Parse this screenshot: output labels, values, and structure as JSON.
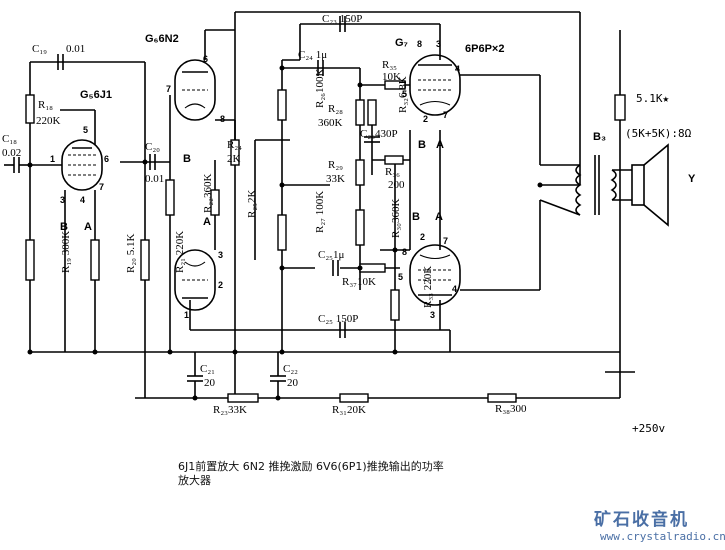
{
  "tubes": {
    "v1": "G₅6J1",
    "v2": "G₆6N2",
    "v3": "G₇",
    "v3_type": "6P6P×2"
  },
  "components": {
    "c18_name": "C₁₈",
    "c18_val": "0.02",
    "c19_name": "C₁₉",
    "c19_val": "0.01",
    "c20_name": "C₂₀",
    "c20_val": "0.01",
    "c21_name": "C₂₁",
    "c21_val": "20",
    "c22_name": "C₂₂",
    "c22_val": "20",
    "c23": "C₂₃ 150P",
    "c24": "C₂₄ 1μ",
    "c25a": "C₂₅1μ",
    "c25b": "C₂₅ 150P",
    "c26": "C₂₆430P",
    "r18_name": "R₁₈",
    "r18_val": "220K",
    "r19": "R₁₉ 300K",
    "r20": "R₂₀ 5.1K",
    "r21": "R₂₁ 220K",
    "r22": "R₂₂360K",
    "r23": "R₂₃33K",
    "r24_name": "R₂₄",
    "r24_val": "2K",
    "r25": "R₂₅2K",
    "r26": "R₂₆100K",
    "r27": "R₂₇ 100K",
    "r28_name": "R₂₈",
    "r28_val": "360K",
    "r29_name": "R₂₉",
    "r29_val": "33K",
    "r30": "R₃₀360K",
    "r31": "R₃₁20K",
    "r32": "R₃₂6.8K",
    "r33": "R₃₃ 220K",
    "r35_name": "R₃₅",
    "r35_val": "10K",
    "r36_name": "R₃₆",
    "r36_val": "200",
    "r37": "R₃₇10K",
    "r38": "R₃₈300",
    "transformer": "B₃",
    "r_out": "5.1K★",
    "speaker_imp": "(5K+5K):8Ω",
    "speaker": "Y",
    "supply": "+250v"
  },
  "pins": {
    "p1": "1",
    "p2": "2",
    "p3": "3",
    "p4": "4",
    "p5": "5",
    "p6": "6",
    "p7": "7",
    "p8": "8",
    "a": "A",
    "b": "B"
  },
  "caption": {
    "line1": "6J1前置放大 6N2 推挽激励 6V6(6P1)推挽输出的功率",
    "line2": "放大器"
  },
  "watermark": {
    "cn": "矿石收音机",
    "url": "www.crystalradio.cn"
  }
}
